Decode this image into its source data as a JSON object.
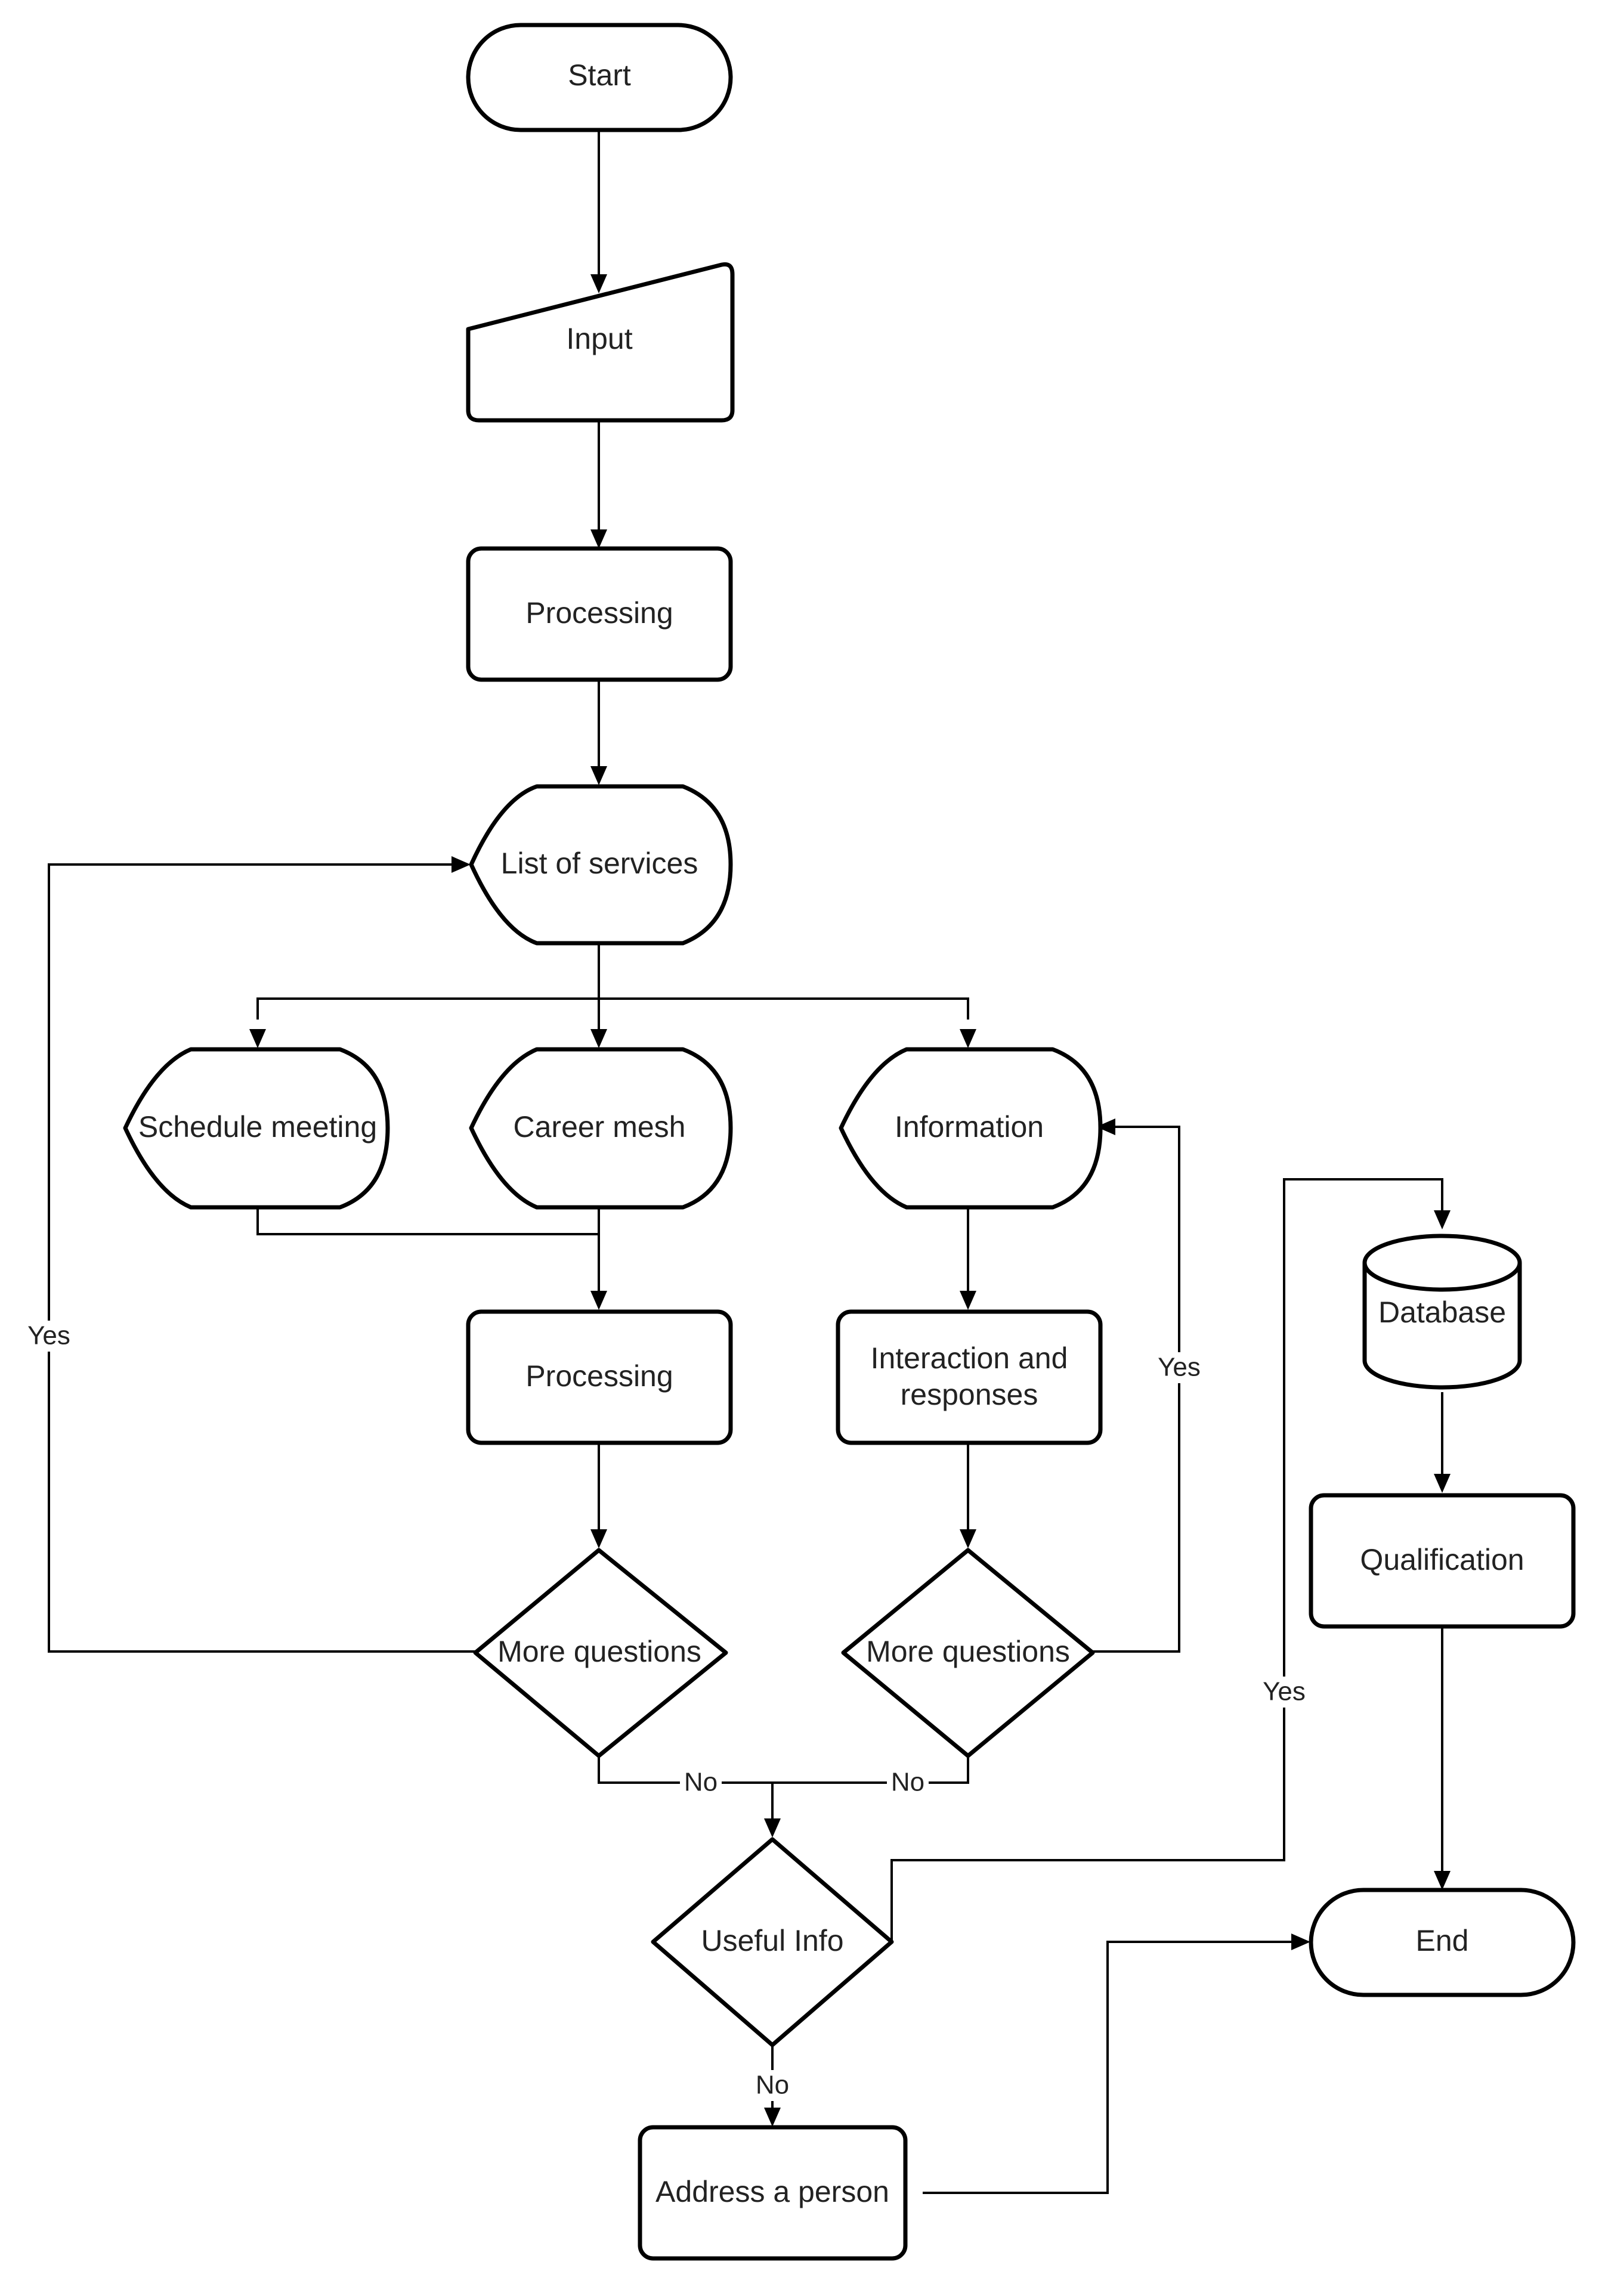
{
  "nodes": {
    "start": "Start",
    "input": "Input",
    "processing_1": "Processing",
    "list_of_services": "List of services",
    "schedule_meeting": "Schedule meeting",
    "career_mesh": "Career mesh",
    "information": "Information",
    "processing_2": "Processing",
    "interaction_line1": "Interaction and",
    "interaction_line2": "responses",
    "more_questions_1": "More questions",
    "more_questions_2": "More questions",
    "useful_info": "Useful Info",
    "address_a_person": "Address a person",
    "database": "Database",
    "qualification": "Qualification",
    "end": "End"
  },
  "edge_labels": {
    "yes_left": "Yes",
    "yes_right": "Yes",
    "no_left": "No",
    "no_right": "No",
    "yes_useful": "Yes",
    "no_useful": "No"
  },
  "colors": {
    "stroke": "#000000",
    "fill": "#ffffff",
    "text": "#222222"
  }
}
